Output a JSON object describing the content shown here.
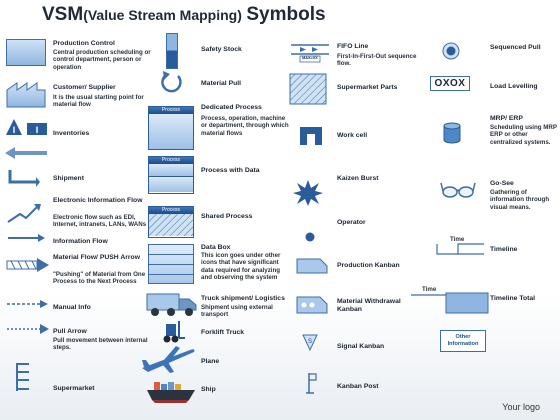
{
  "title": {
    "main": "VSM",
    "paren": "(Value Stream Mapping)",
    "end": "Symbols"
  },
  "col1": [
    {
      "label": "Production Control",
      "desc": "Central production scheduling or control department, person or operation"
    },
    {
      "label": "Customer/ Supplier",
      "desc": "It is the usual starting point for material flow"
    },
    {
      "label": "Inventories",
      "desc": ""
    },
    {
      "label": "Shipment",
      "desc": ""
    },
    {
      "label": "Electronic Information Flow",
      "desc": "Electronic flow such as EDI, Internet, intranets, LANs, WANs"
    },
    {
      "label": "Information Flow",
      "desc": ""
    },
    {
      "label": "Material Flow/ PUSH Arrow",
      "desc": "\"Pushing\" of Material from One Process to the Next Process"
    },
    {
      "label": "Manual Info",
      "desc": ""
    },
    {
      "label": "Pull Arrow",
      "desc": "Pull movement between internal steps."
    },
    {
      "label": "Supermarket",
      "desc": ""
    }
  ],
  "col2": [
    {
      "label": "Safety Stock",
      "desc": ""
    },
    {
      "label": "Material Pull",
      "desc": ""
    },
    {
      "label": "Dedicated Process",
      "desc": "Process, operation, machine or department, through which material flows"
    },
    {
      "label": "Process with Data",
      "desc": ""
    },
    {
      "label": "Shared Process",
      "desc": ""
    },
    {
      "label": "Data Box",
      "desc": "This icon goes under other icons that have significant data required for analyzing and observing the system"
    },
    {
      "label": "Truck shipment/ Logistics",
      "desc": "Shipment using external transport"
    },
    {
      "label": "Forklift Truck",
      "desc": ""
    },
    {
      "label": "Plane",
      "desc": ""
    },
    {
      "label": "Ship",
      "desc": ""
    }
  ],
  "process_tag": "Process",
  "col3": [
    {
      "label": "FIFO Line",
      "desc": "First-In-First-Out sequence flow."
    },
    {
      "label": "Supermarket Parts",
      "desc": ""
    },
    {
      "label": "Work cell",
      "desc": ""
    },
    {
      "label": "Kaizen Burst",
      "desc": ""
    },
    {
      "label": "Operator",
      "desc": ""
    },
    {
      "label": "Production Kanban",
      "desc": ""
    },
    {
      "label": "Material Withdrawal Kanban",
      "desc": ""
    },
    {
      "label": "Signal Kanban",
      "desc": ""
    },
    {
      "label": "Kanban Post",
      "desc": ""
    }
  ],
  "fifo_caption": "MAX=XX",
  "col4": [
    {
      "label": "Sequenced Pull",
      "desc": ""
    },
    {
      "label": "Load Levelling",
      "desc": ""
    },
    {
      "label": "MRP/ ERP",
      "desc": "Scheduling using MRP ERP or other centralized systems."
    },
    {
      "label": "Go-See",
      "desc": "Gathering of information through visual means."
    },
    {
      "label": "Timeline",
      "desc": ""
    },
    {
      "label": "Timeline Total",
      "desc": ""
    }
  ],
  "load_level_text": "OXOX",
  "time_label": "Time",
  "other_info": "Other Information",
  "footer": "Your logo"
}
